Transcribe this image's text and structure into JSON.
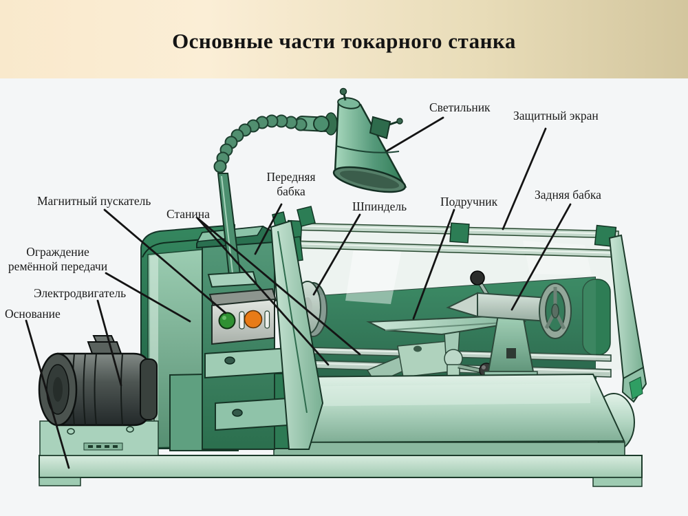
{
  "title": "Основные части токарного станка",
  "labels": {
    "lamp": "Светильник",
    "protective_screen": "Защитный экран",
    "headstock": "Передняя\nбабка",
    "spindle": "Шпиндель",
    "tool_rest": "Подручник",
    "tailstock": "Задняя бабка",
    "magnetic_starter": "Магнитный пускатель",
    "bed": "Станина",
    "belt_guard": "Ограждение\nремённой передачи",
    "electric_motor": "Электродвигатель",
    "base": "Основание"
  },
  "colors": {
    "header_gradient_left": "#fbeed4",
    "header_gradient_right": "#d3c69e",
    "body_background": "#f4f6f7",
    "machine_green_dark": "#2c7a54",
    "machine_green_light": "#a9d3bd",
    "button_green": "#2f9032",
    "button_orange": "#e87b17",
    "motor_gray": "#3a423f",
    "leader_line": "#141414"
  }
}
